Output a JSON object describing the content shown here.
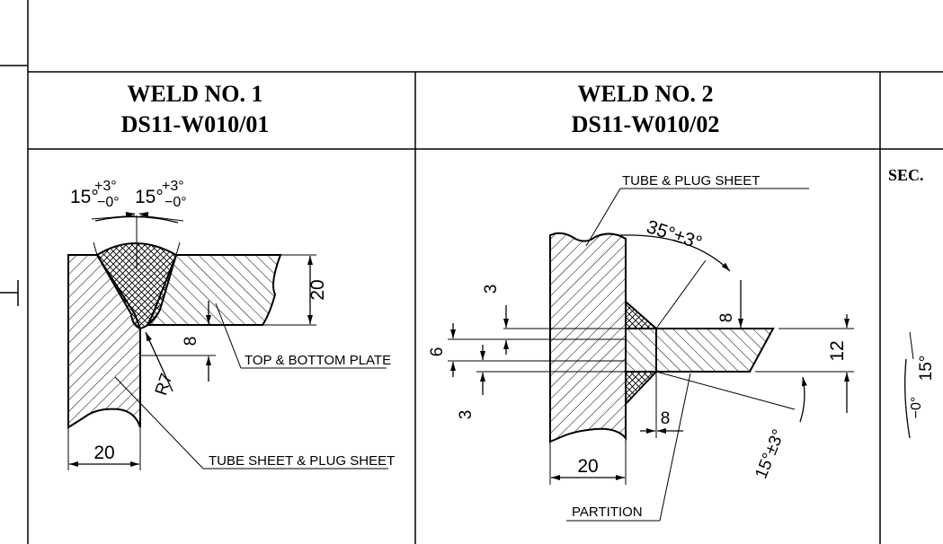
{
  "panels": [
    {
      "title_line1": "WELD NO. 1",
      "title_line2": "DS11-W010/01",
      "angle_left": "15°",
      "angle_left_tol_plus": "+3°",
      "angle_left_tol_minus": "−0°",
      "angle_right": "15°",
      "angle_right_tol_plus": "+3°",
      "angle_right_tol_minus": "−0°",
      "dim_plate_thickness": "20",
      "dim_gap": "8",
      "dim_radius": "R7",
      "dim_sheet_width": "20",
      "label_plate": "TOP & BOTTOM PLATE",
      "label_sheet": "TUBE SHEET & PLUG SHEET"
    },
    {
      "title_line1": "WELD NO. 2",
      "title_line2": "DS11-W010/02",
      "label_sheet": "TUBE & PLUG SHEET",
      "angle_top": "35°±3°",
      "dim_top_leg": "3",
      "dim_mid": "6",
      "dim_bottom_leg": "3",
      "dim_vertical_8": "8",
      "dim_partition_thickness": "12",
      "dim_horizontal_8": "8",
      "dim_sheet_width": "20",
      "angle_bottom": "15°±3°",
      "label_partition": "PARTITION"
    },
    {
      "label_sec": "SEC.",
      "angle_partial": "15°",
      "angle_partial_tol": "−0°"
    }
  ]
}
